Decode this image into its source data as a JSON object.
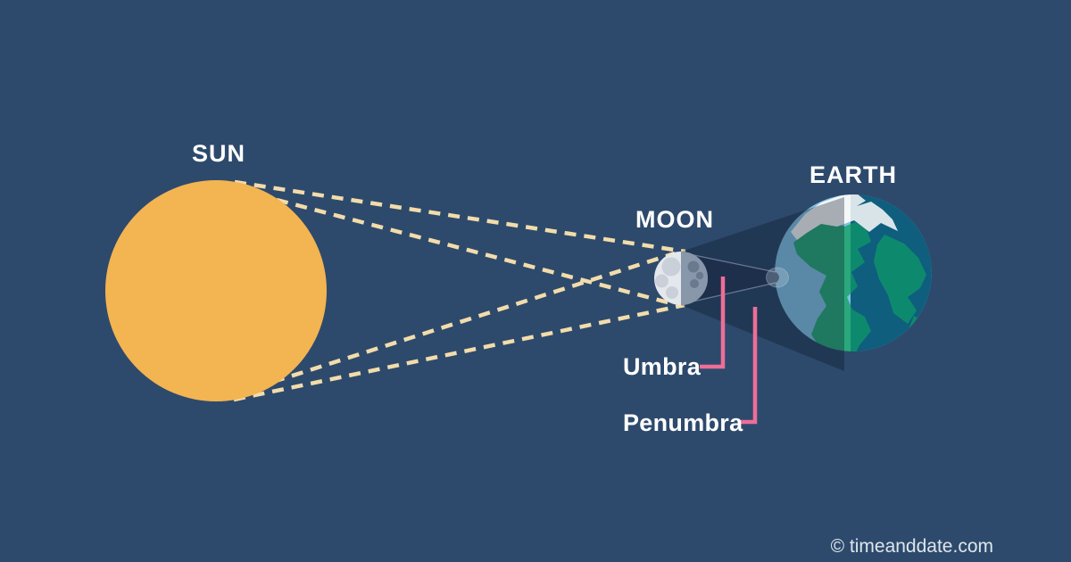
{
  "labels": {
    "sun": "SUN",
    "moon": "MOON",
    "earth": "EARTH"
  },
  "shadow_labels": {
    "umbra": "Umbra",
    "penumbra": "Penumbra"
  },
  "watermark": "© timeanddate.com",
  "colors": {
    "background": "#2d4a6c",
    "sun": "#f3b452",
    "dashed_ray": "#f3dcab",
    "moon_lit": "#e4e8ed",
    "moon_crater": "#c9d0d9",
    "moon_shadow_half": "rgba(43,70,102,0.5)",
    "moon_crater_dark": "rgba(25,45,75,0.28)",
    "ocean_day": "#7fc2e4",
    "ocean_night": "#0f5e7e",
    "land_day": "#2aa87c",
    "land_night": "#0d8a6e",
    "icecap_day": "#f4f7f8",
    "icecap_night": "#d9e4e9",
    "penumbra_fill": "rgba(8,18,38,0.32)",
    "umbra_fill": "#1e2f4b",
    "umbra_edge": "rgba(175,192,215,0.5)",
    "umbra_tip": "rgba(190,205,222,0.3)",
    "pointer": "#ee6e98",
    "label_text": "#ffffff",
    "watermark_text": "#dfe6ec"
  }
}
